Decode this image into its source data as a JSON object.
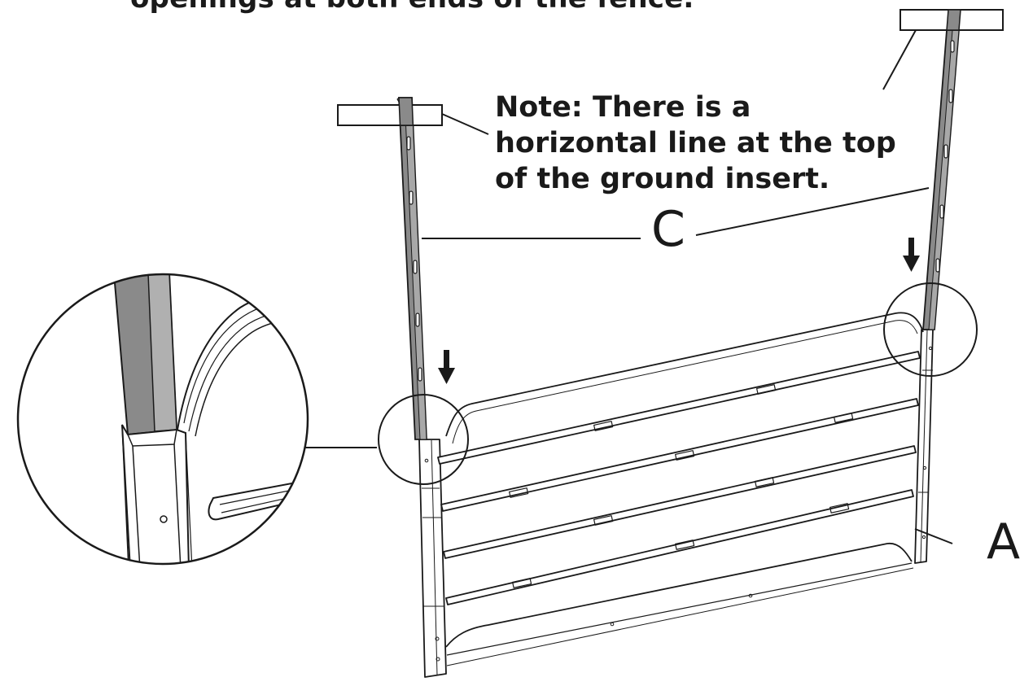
{
  "header": {
    "text": "openings at both ends of the fence."
  },
  "note": {
    "text": "Note: There is a horizontal line at the top of the ground insert."
  },
  "labels": {
    "c": "C",
    "a": "A"
  },
  "colors": {
    "line": "#1a1a1a",
    "post_fill": "#8a8a8a",
    "post_face": "#a8a8a8",
    "background": "#ffffff"
  }
}
